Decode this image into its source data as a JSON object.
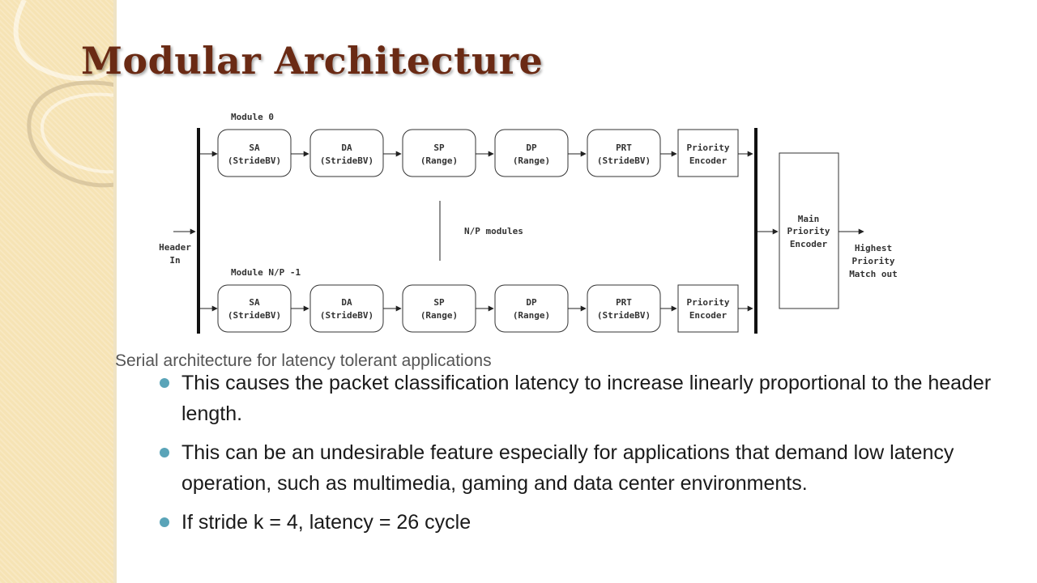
{
  "slide": {
    "title": "Modular Architecture",
    "caption": "Serial architecture for latency tolerant applications",
    "bullets": [
      "This causes the packet classification latency to increase linearly proportional to the header length.",
      "This can be an undesirable feature especially for applications that demand low latency operation, such as multimedia, gaming and data center environments.",
      "If stride k = 4, latency = 26 cycle"
    ]
  },
  "diagram": {
    "module_top_label": "Module 0",
    "module_bottom_label": "Module N/P -1",
    "middle_label": "N/P modules",
    "header_in": [
      "Header",
      "In"
    ],
    "stages": [
      [
        "SA",
        "(StrideBV)"
      ],
      [
        "DA",
        "(StrideBV)"
      ],
      [
        "SP",
        "(Range)"
      ],
      [
        "DP",
        "(Range)"
      ],
      [
        "PRT",
        "(StrideBV)"
      ]
    ],
    "priority_encoder": [
      "Priority",
      "Encoder"
    ],
    "main_encoder": [
      "Main",
      "Priority",
      "Encoder"
    ],
    "output": [
      "Highest",
      "Priority",
      "Match out"
    ]
  },
  "colors": {
    "sidebar": "#f6e3b4",
    "title": "#6a2a14",
    "bullet": "#5aa4b8"
  }
}
